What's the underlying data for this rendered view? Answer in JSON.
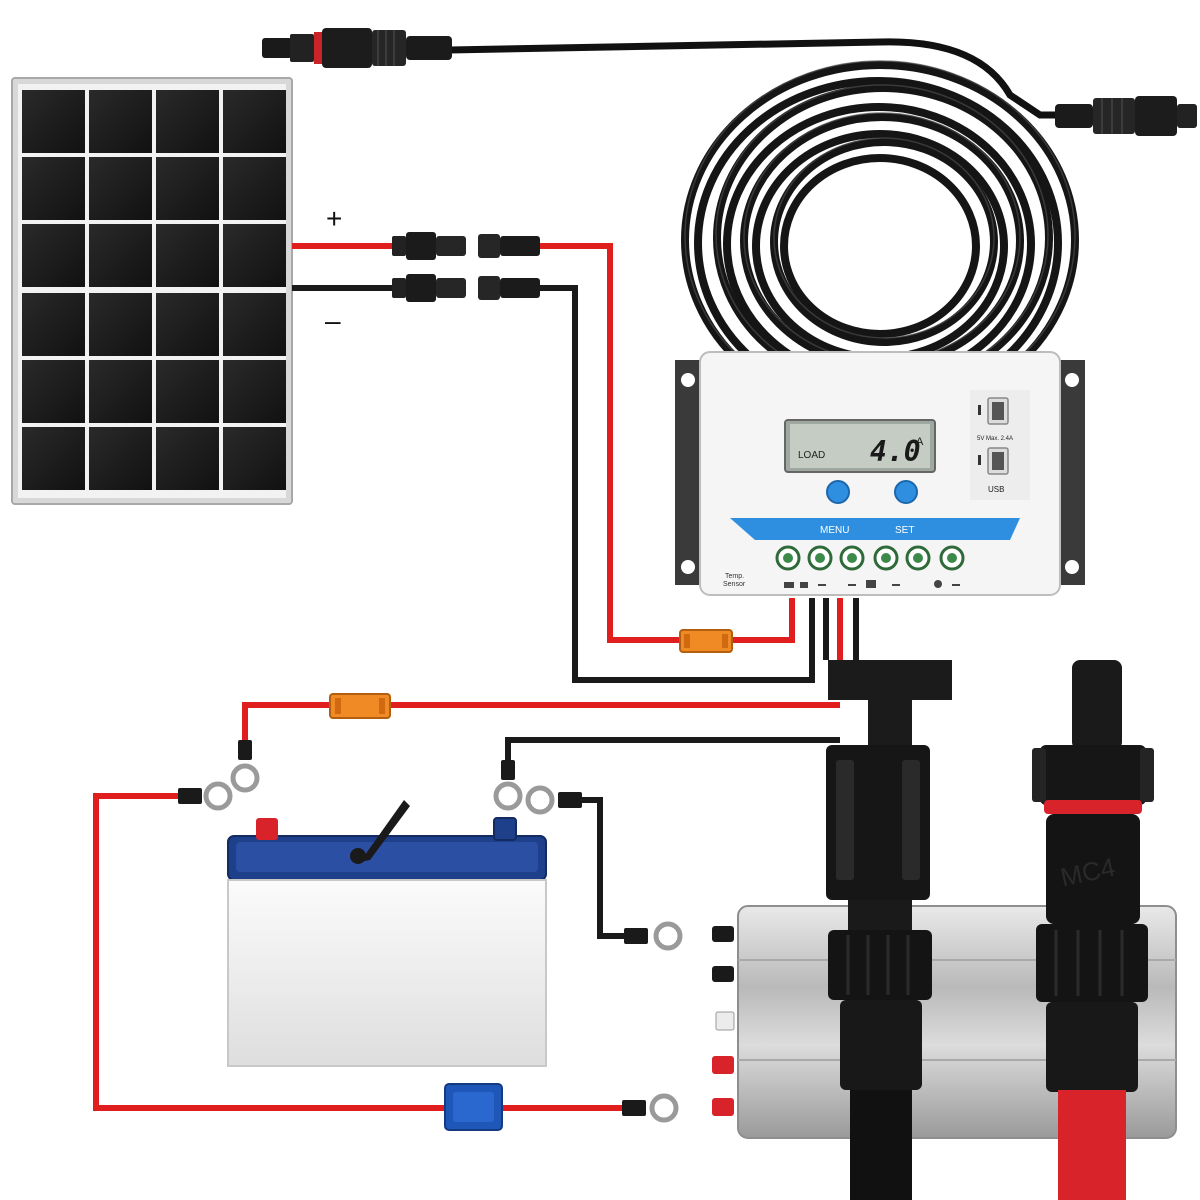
{
  "panel": {
    "positive_label": "+",
    "negative_label": "–"
  },
  "controller": {
    "lcd_value": "4.0",
    "lcd_unit": "A",
    "lcd_load_label": "LOAD",
    "menu_label": "MENU",
    "set_label": "SET",
    "usb_spec_label": "5V Max. 2.4A",
    "usb_label": "USB",
    "temp_sensor_label_1": "Temp.",
    "temp_sensor_label_2": "Sensor"
  },
  "connector": {
    "mc4_embossed_text": "MC4"
  },
  "colors": {
    "positive_wire": "#e01e1e",
    "negative_wire": "#1a1a1a",
    "fuse": "#f08a24",
    "breaker": "#1f57b8",
    "controller_accent": "#2e8fe0",
    "battery_top": "#1e3f8a"
  }
}
